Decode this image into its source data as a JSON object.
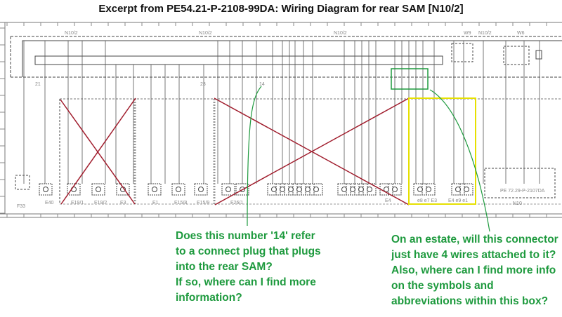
{
  "title": "Excerpt from PE54.21-P-2108-99DA: Wiring Diagram for rear SAM [N10/2]",
  "diagram": {
    "module_labels": [
      "N10/2",
      "N10/2",
      "N10/2",
      "N10/2",
      "W9",
      "W6"
    ],
    "connector_labels": [
      "21",
      "14",
      "23"
    ],
    "component_labels": [
      "F33",
      "E40",
      "E19/1",
      "E19/2",
      "E3",
      "E1",
      "E15/8",
      "E15/9",
      "E26/1",
      "E4",
      "e8 e7 E3",
      "E4 e9 e1",
      "N10"
    ],
    "reference": "PE 72.29-P-2107DA",
    "colors": {
      "cross_out": "#a01c2c",
      "highlight_box_yellow": "#e6e000",
      "highlight_box_green": "#1e9a3e",
      "annotation": "#1e9a3e"
    }
  },
  "annotations": {
    "plug_question": "Does this number '14' refer\nto a connect plug that plugs\ninto the rear SAM?\nIf so, where can I find more\ninformation?",
    "connector_question": "On an estate, will this connector\njust have 4 wires attached to it?\nAlso, where can I find more info\non the symbols and\nabbreviations within this box?"
  }
}
